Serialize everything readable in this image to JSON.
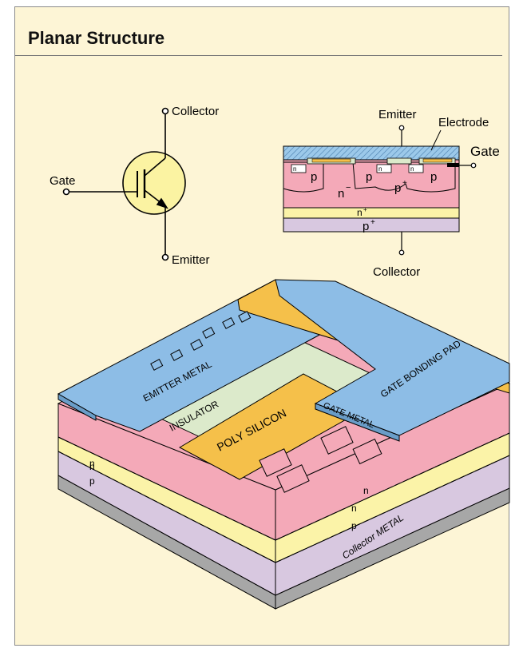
{
  "title": "Planar Structure",
  "symbol": {
    "collector": "Collector",
    "gate": "Gate",
    "emitter": "Emitter"
  },
  "cross_section": {
    "emitter": "Emitter",
    "electrode": "Electrode",
    "gate": "Gate",
    "collector": "Collector",
    "n_plus": "n",
    "p": "p",
    "n_minus": "n",
    "p_plus": "p",
    "sup_plus": "+",
    "sup_minus": "−"
  },
  "chip": {
    "emitter_metal": "EMITTER METAL",
    "insulator": "INSULATOR",
    "poly_silicon": "POLY SILICON",
    "gate_bonding_pad": "GATE BONDING PAD",
    "gate_metal": "GATE METAL",
    "collector_metal": "Collector METAL",
    "n": "n",
    "n_plus": "n",
    "p_plus": "p",
    "plus": "+"
  },
  "colors": {
    "panel": "#fdf5d6",
    "metal_blue": "#8dbde6",
    "insulator": "#dceacb",
    "poly": "#f5c04a",
    "n_pink": "#f4a9b8",
    "n_plus_yellow": "#fbf3a8",
    "p_plus_lavender": "#d8c8e0",
    "collector_gray": "#a7a7a7",
    "symbol_yellow": "#fbf3a2"
  }
}
